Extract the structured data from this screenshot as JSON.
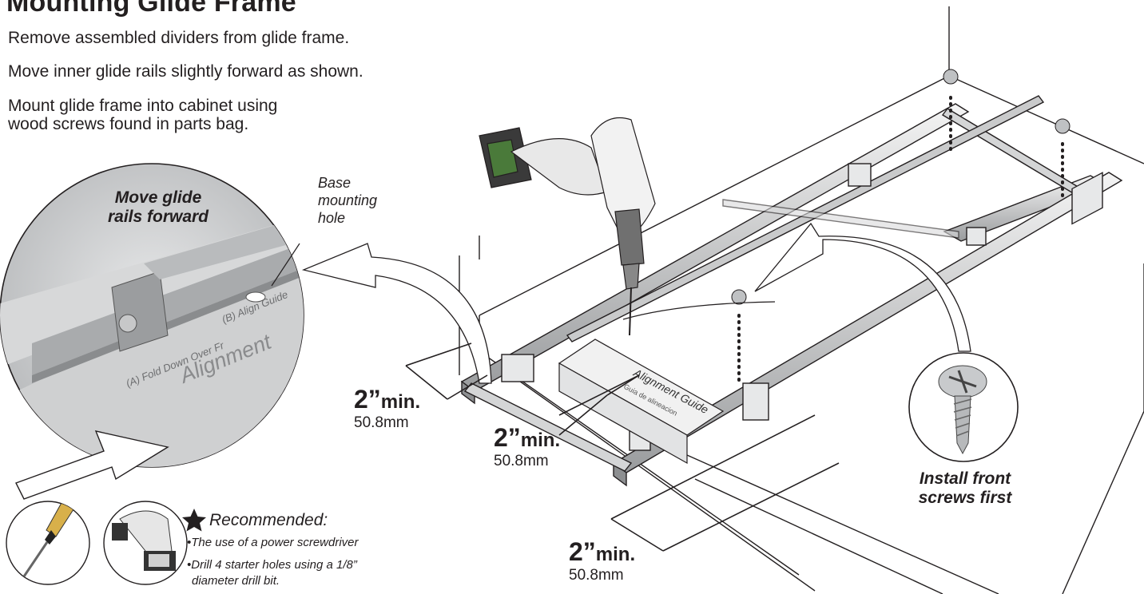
{
  "title": "Mounting Glide Frame",
  "steps": [
    "Remove assembled dividers from glide frame.",
    "Move inner glide rails slightly forward as shown.",
    "Mount glide frame into cabinet using",
    "wood screws found in parts bag."
  ],
  "callouts": {
    "move_glide_line1": "Move glide",
    "move_glide_line2": "rails forward",
    "base_line1": "Base",
    "base_line2": "mounting",
    "base_line3": "hole",
    "install_line1": "Install front",
    "install_line2": "screws first"
  },
  "dimensions": [
    {
      "value": "2”",
      "unit": "min.",
      "metric": "50.8mm"
    },
    {
      "value": "2”",
      "unit": "min.",
      "metric": "50.8mm"
    },
    {
      "value": "2”",
      "unit": "min.",
      "metric": "50.8mm"
    }
  ],
  "guide_labels": {
    "align_guide": "(B) Align Guide",
    "alignment": "Alignment",
    "fold_down": "(A) Fold Down Over Fr",
    "alignment_guide": "Alignment Guide",
    "guia": "Guia de alineacion"
  },
  "recommended": {
    "title": "Recommended:",
    "items": [
      "•The use of a power screwdriver",
      "•Drill 4 starter holes using a 1/8”",
      "diameter drill bit."
    ]
  }
}
